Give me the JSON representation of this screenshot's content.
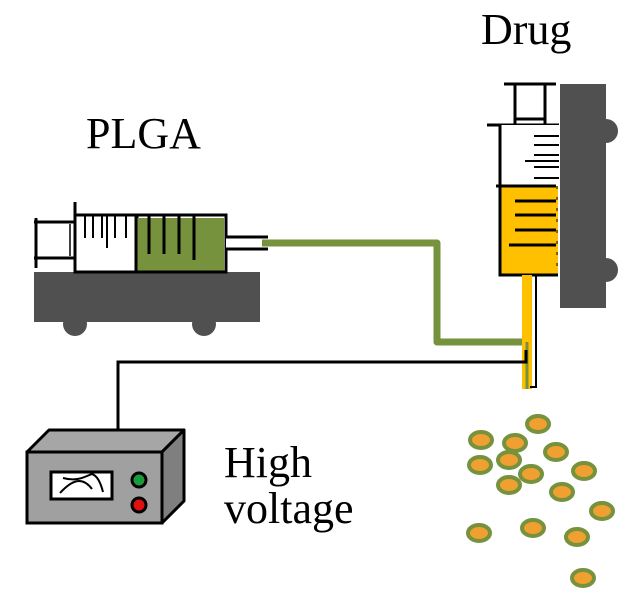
{
  "title": "Coaxial electrospray setup",
  "labels": {
    "plga": "PLGA",
    "drug": "Drug",
    "high_voltage_line1": "High",
    "high_voltage_line2": "voltage"
  },
  "components": {
    "plga_pump": {
      "name": "Horizontal syringe pump",
      "fluid": "PLGA"
    },
    "drug_pump": {
      "name": "Vertical syringe pump",
      "fluid": "Drug"
    },
    "power_supply": {
      "name": "High voltage supply",
      "indicators": [
        "green",
        "red"
      ]
    },
    "particles": {
      "name": "Core-shell particles",
      "count": 15
    }
  },
  "colors": {
    "plga_green": "#76923C",
    "drug_yellow": "#FFC000",
    "pump_gray": "#505050",
    "box_gray": "#A0A0A0",
    "particle_core": "#F0A030",
    "indicator_green": "#1A9A3A",
    "indicator_red": "#E01010",
    "outline": "#000000"
  }
}
